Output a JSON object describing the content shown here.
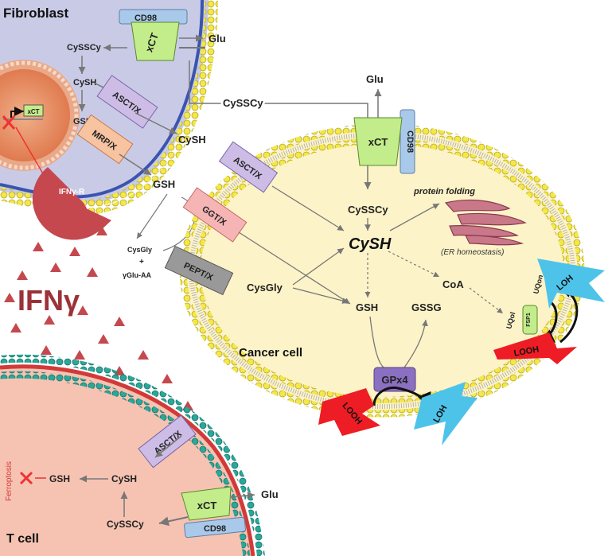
{
  "cells": {
    "fibroblast": "Fibroblast",
    "t_cell": "T cell",
    "cancer_cell": "Cancer cell"
  },
  "cytokine": "IFNγ",
  "receptor": "IFNγ-R",
  "transporters": {
    "xct": "xCT",
    "cd98": "CD98",
    "asct": "ASCT/X",
    "mrp": "MRP/X",
    "ggt": "GGT/X",
    "pept": "PEPT/X",
    "gpx4": "GPx4",
    "fsp1": "FSP1"
  },
  "metabolites": {
    "glu": "Glu",
    "cyssscy": "CySSCy",
    "cysh": "CySH",
    "gsh": "GSH",
    "gssg": "GSSG",
    "cysgly": "CysGly",
    "cysgly_plus": "+",
    "yglu_aa": "γGlu-AA",
    "coa": "CoA",
    "protein_folding": "protein folding",
    "er_homeostasis": "(ER homeostasis)",
    "looh": "LOOH",
    "loh": "LOH",
    "uqol": "UQol",
    "uqon": "UQon",
    "ferroptosis": "Ferroptosis"
  },
  "colors": {
    "fibroblast_fill": "#c9cbe6",
    "tcell_fill": "#f6c3b2",
    "cancer_fill": "#fdf3c8",
    "membrane_head": "#f3e74a",
    "xct_fill": "#c3ec8a",
    "cd98_fill": "#a9c9ea",
    "asct_fill": "#cdbde6",
    "mrp_fill": "#f7c3a0",
    "ggt_fill": "#f6b5b5",
    "pept_fill": "#999999",
    "gpx4_fill": "#8b6fc0",
    "ifn_red": "#b8484c",
    "looh_red": "#ee1c24",
    "loh_blue": "#4ec3ea"
  }
}
